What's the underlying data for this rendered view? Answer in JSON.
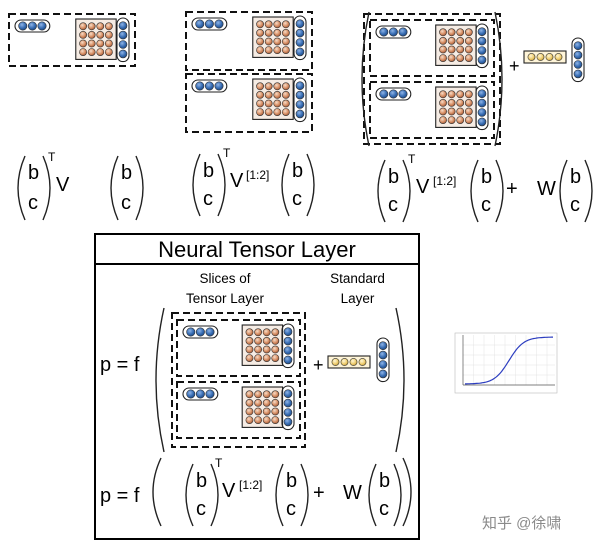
{
  "formulas": {
    "f1_b": "b",
    "f1_c": "c",
    "f1_T": "T",
    "f1_V": "V",
    "f1_b2": "b",
    "f1_c2": "c",
    "f2_b": "b",
    "f2_c": "c",
    "f2_T": "T",
    "f2_V": "V",
    "f2_sup": "[1:2]",
    "f2_b2": "b",
    "f2_c2": "c",
    "f3_b": "b",
    "f3_c": "c",
    "f3_T": "T",
    "f3_V": "V",
    "f3_sup": "[1:2]",
    "f3_b2": "b",
    "f3_c2": "c",
    "f3_plus": "+",
    "f3_W": "W",
    "f3_b3": "b",
    "f3_c3": "c",
    "top_right_plus": "+"
  },
  "ntl": {
    "title": "Neural Tensor Layer",
    "slices_label_1": "Slices of",
    "slices_label_2": "Tensor Layer",
    "standard_label_1": "Standard",
    "standard_label_2": "Layer",
    "p_eq_f_1": "p = f",
    "p_eq_f_2": "p = f",
    "plus_1": "+",
    "b": "b",
    "c": "c",
    "T": "T",
    "V": "V",
    "sup": "[1:2]",
    "b2": "b",
    "c2": "c",
    "plus_2": "+",
    "W": "W",
    "b3": "b",
    "c3": "c"
  },
  "watermark": "知乎 @徐啸",
  "colors": {
    "blue": "#3a6fb5",
    "orange": "#e08c5a",
    "yellow": "#f3d57c"
  }
}
